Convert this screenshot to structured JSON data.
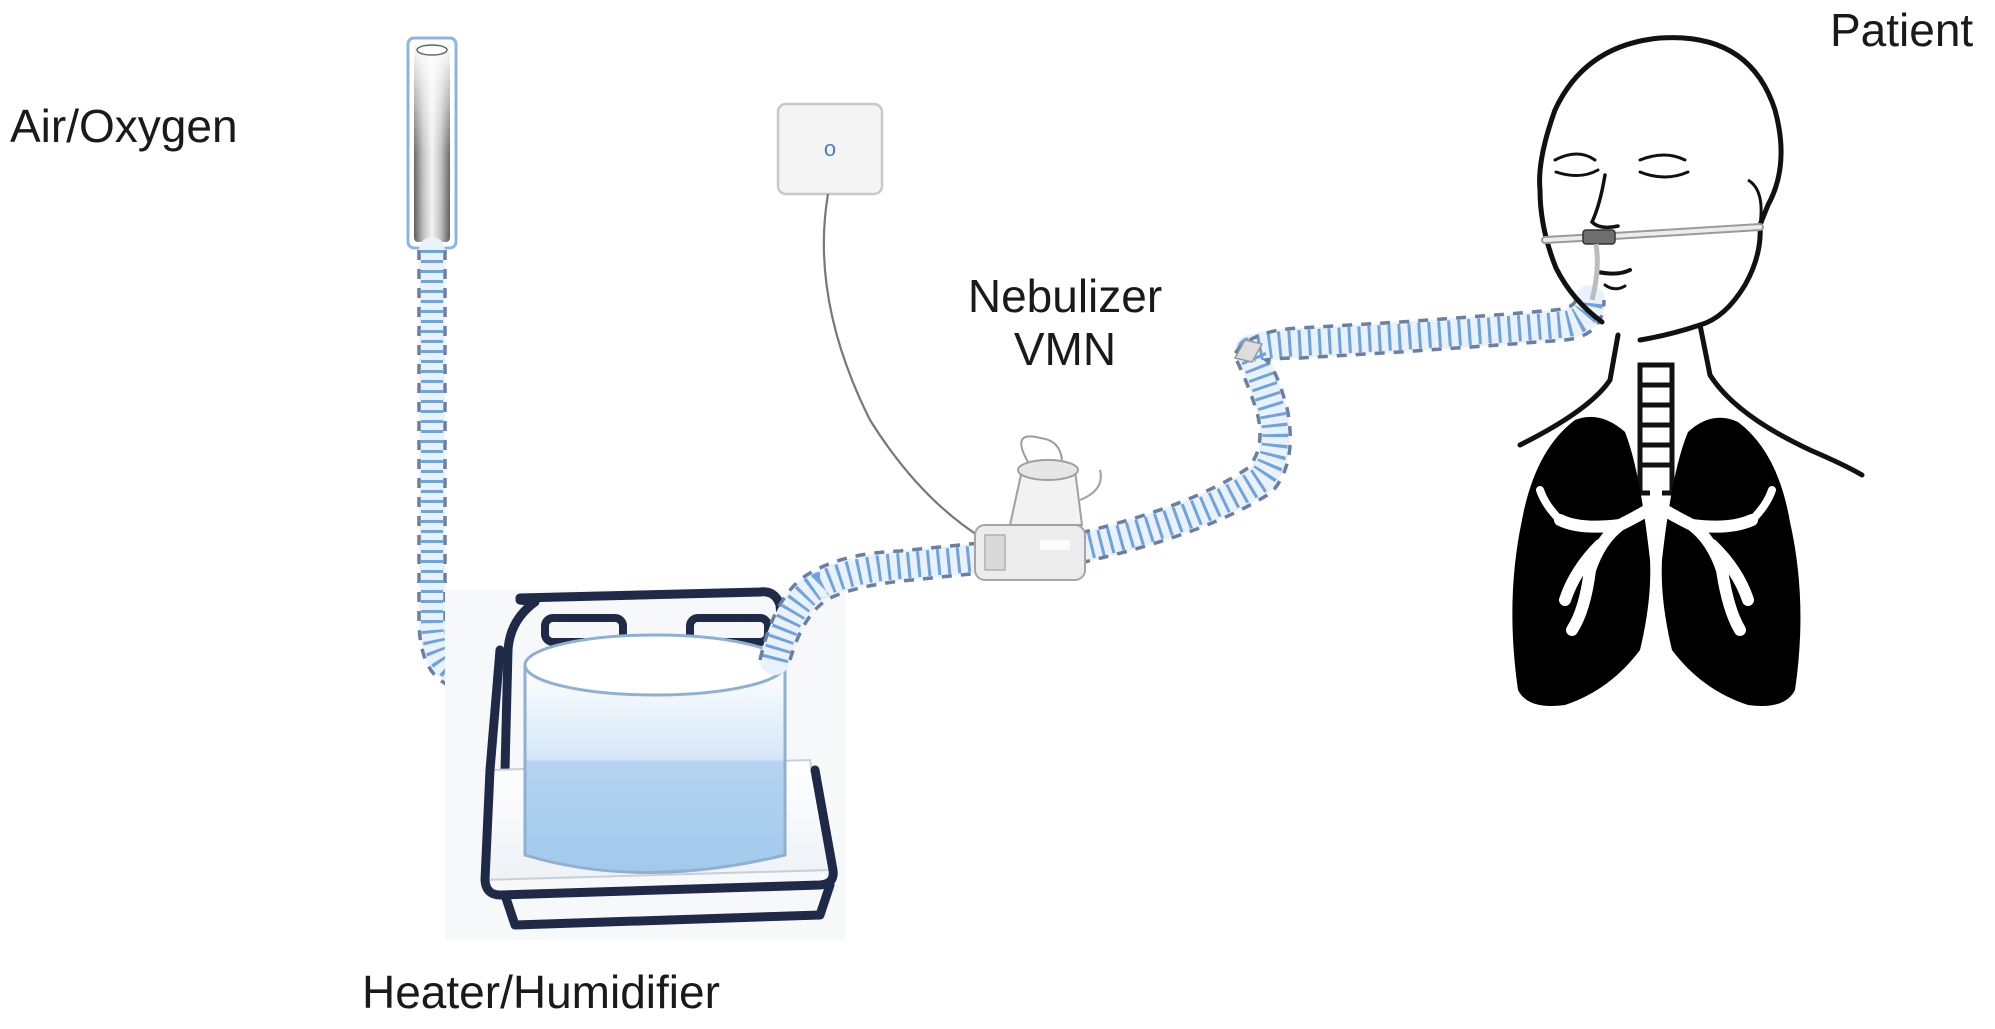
{
  "diagram": {
    "labels": {
      "air_oxygen": "Air/Oxygen",
      "patient": "Patient",
      "nebulizer_line1": "Nebulizer",
      "nebulizer_line2": "VMN",
      "heater_humidifier": "Heater/Humidifier"
    },
    "controller_symbol": "o",
    "colors": {
      "tube_stripe": "#6fa3dc",
      "tube_background": "#e9f1fb",
      "tube_dashes": "#6a7fa3",
      "heater_frame": "#1f2a48",
      "water_light": "#dcebf8",
      "water_dark": "#a9cdee",
      "patient_lungs": "#000000",
      "controller_box": "#f4f4f4"
    },
    "icons": [
      "flowmeter-icon",
      "controller-box-icon",
      "nebulizer-icon",
      "heater-humidifier-icon",
      "water-chamber-icon",
      "patient-head-icon",
      "nasal-cannula-icon",
      "lungs-icon",
      "trachea-icon"
    ]
  }
}
